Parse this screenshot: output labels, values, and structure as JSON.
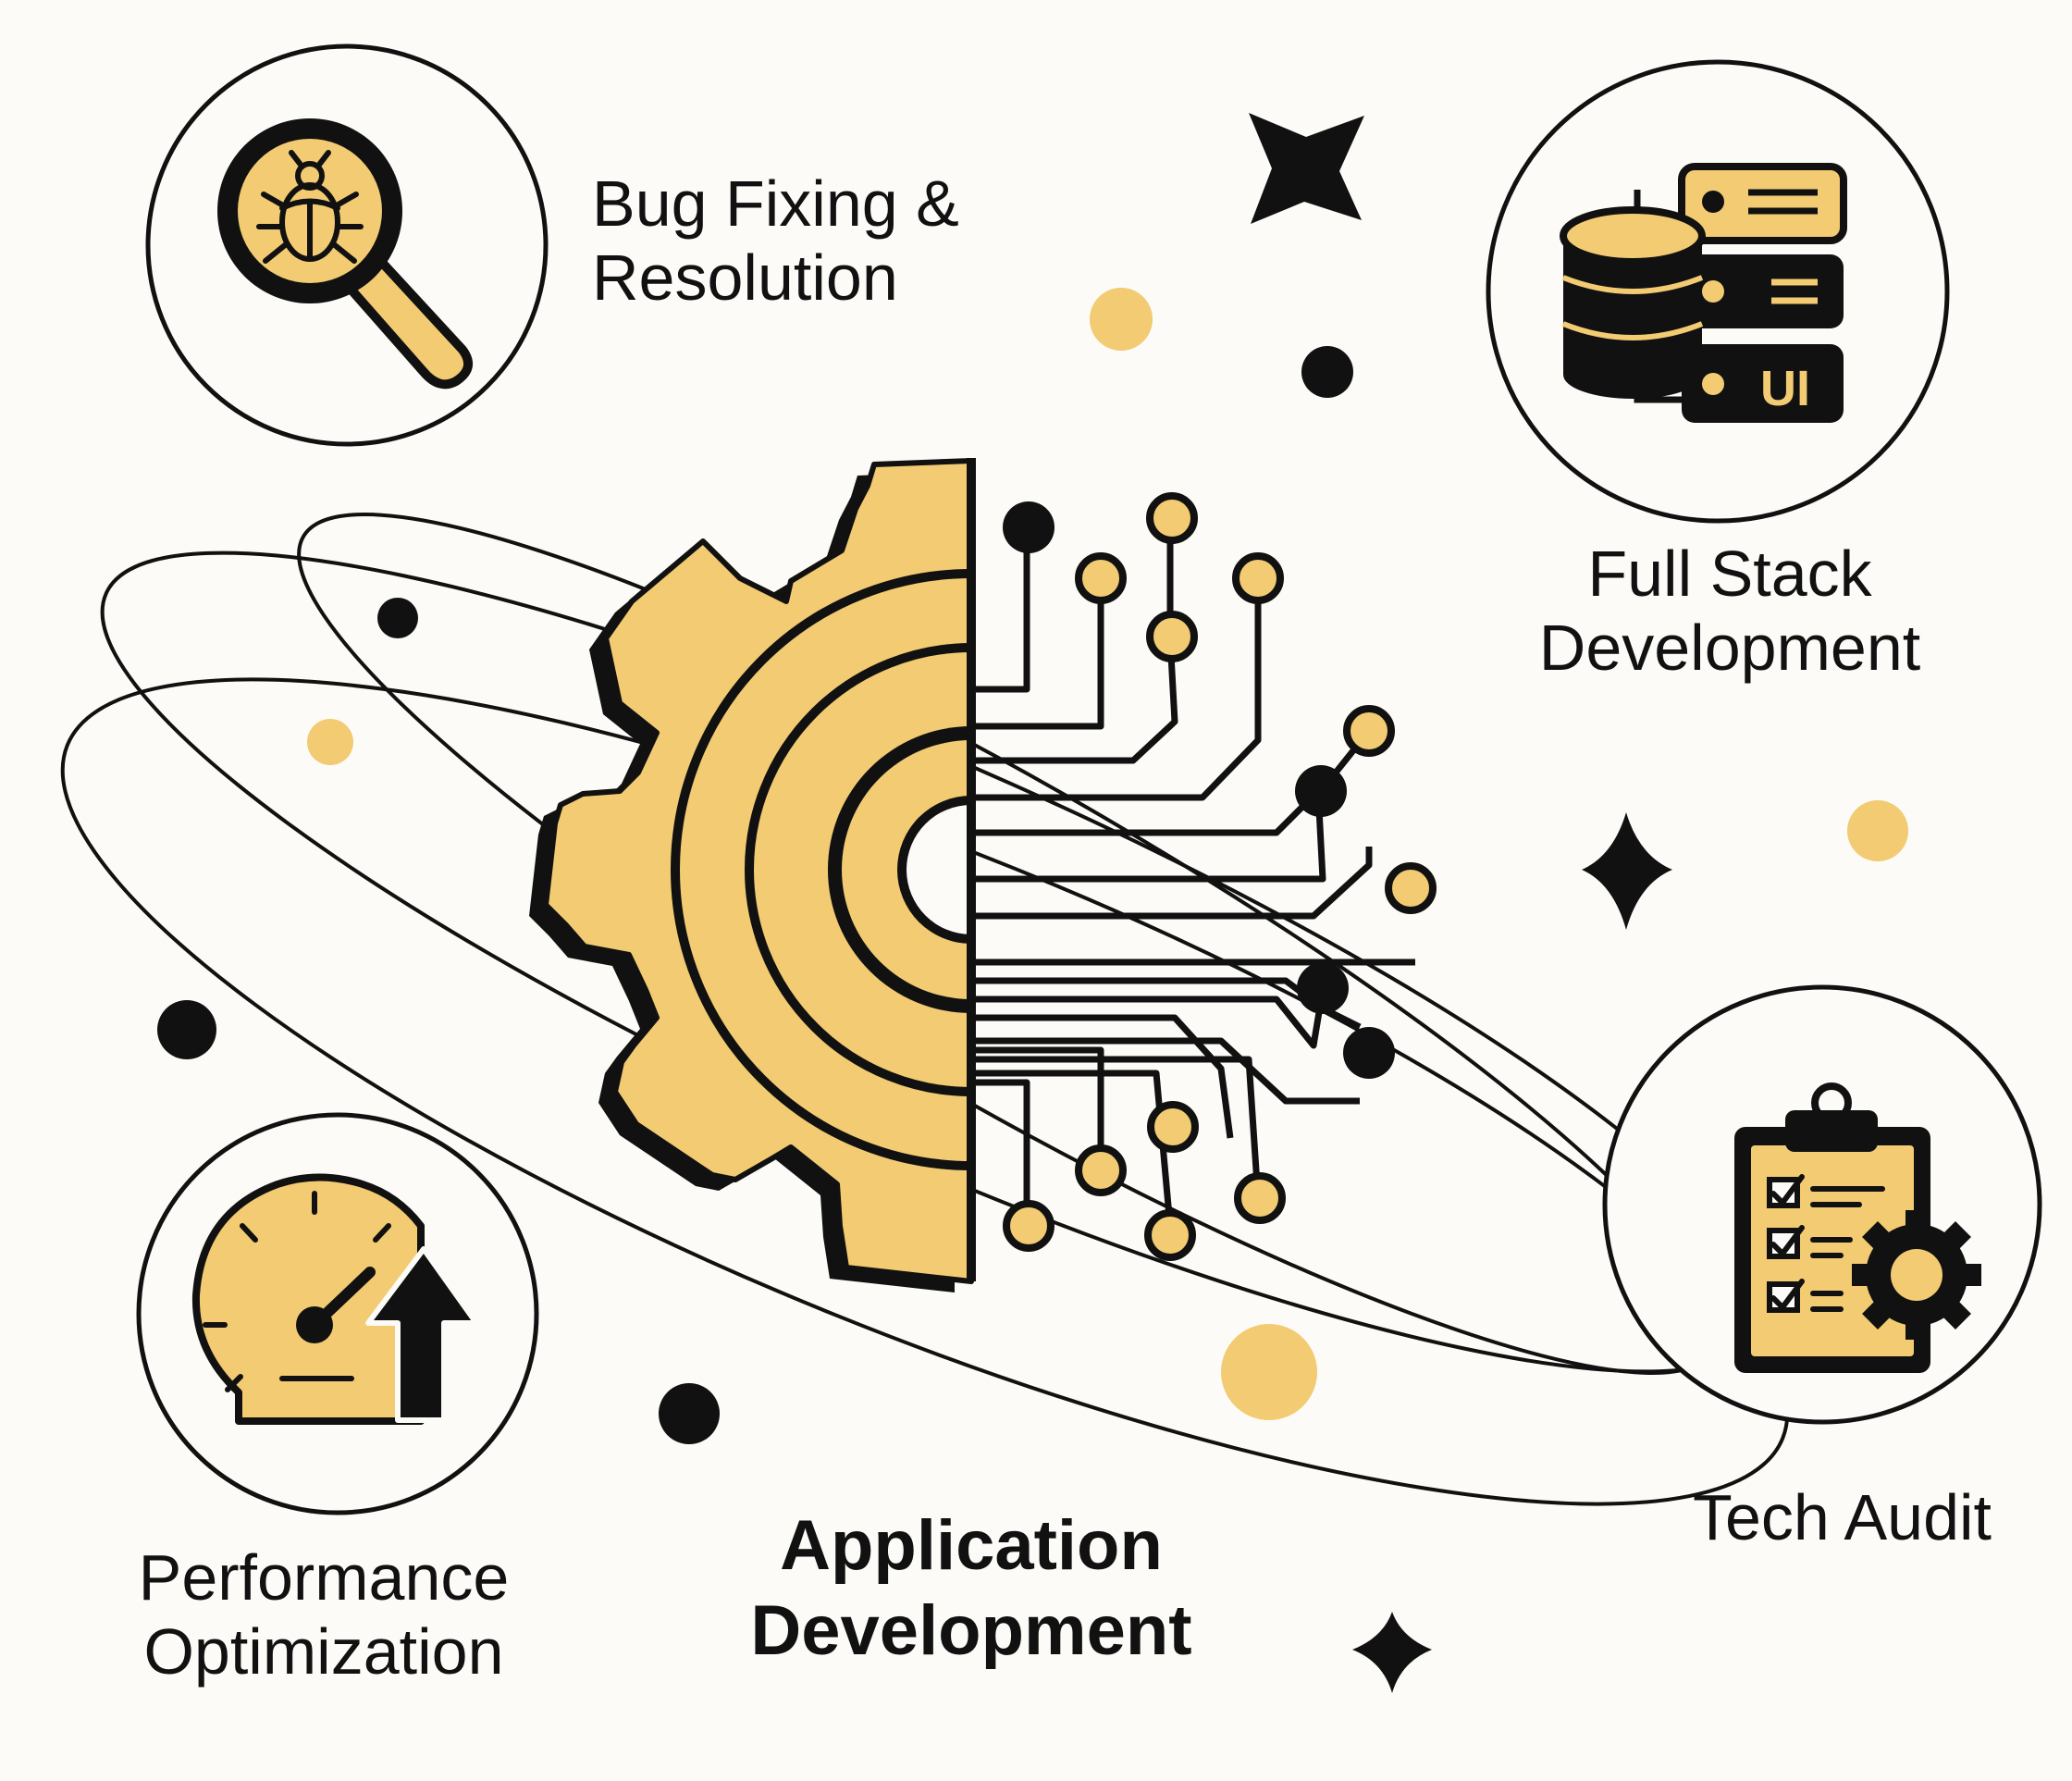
{
  "colors": {
    "accent": "#f2cb72",
    "ink": "#111111",
    "background": "#fcfbf7"
  },
  "center": {
    "title_line1": "Application",
    "title_line2": "Development",
    "icon": "gear-circuit-icon"
  },
  "nodes": {
    "bug_fixing": {
      "line1": "Bug Fixing &",
      "line2": "Resolution",
      "icon": "bug-magnifier-icon"
    },
    "full_stack": {
      "line1": "Full Stack",
      "line2": "Development",
      "icon": "database-server-ui-icon",
      "badge": "UI"
    },
    "performance": {
      "line1": "Performance",
      "line2": "Optimization",
      "icon": "speedometer-arrow-icon"
    },
    "tech_audit": {
      "line1": "Tech Audit",
      "icon": "clipboard-gear-icon"
    }
  }
}
